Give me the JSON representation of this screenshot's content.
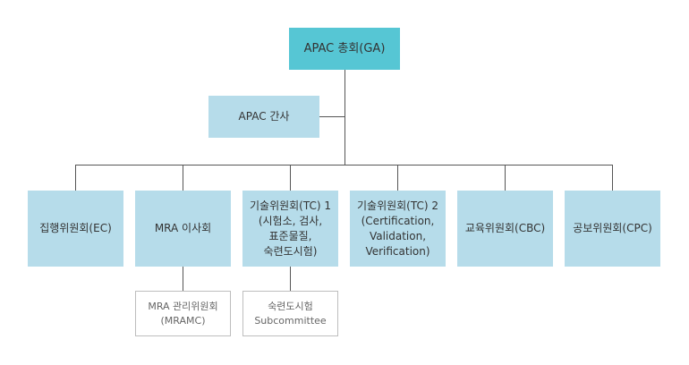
{
  "org_chart": {
    "top": {
      "label": "APAC 총회(GA)"
    },
    "secretariat": {
      "label": "APAC 간사"
    },
    "committees": [
      {
        "label": "집행위원회(EC)"
      },
      {
        "label": "MRA 이사회"
      },
      {
        "label": "기술위원회(TC) 1\n(시험소, 검사,\n표준물질,\n숙련도시험)"
      },
      {
        "label": "기술위원회(TC) 2\n(Certification,\nValidation,\nVerification)"
      },
      {
        "label": "교육위원회(CBC)"
      },
      {
        "label": "공보위원회(CPC)"
      }
    ],
    "subcommittees": [
      {
        "label": "MRA 관리위원회\n(MRAMC)"
      },
      {
        "label": "숙련도시험\nSubcommittee"
      }
    ]
  },
  "colors": {
    "top_fill": "#56c6d4",
    "box_fill": "#b6dcea",
    "connector": "#555555",
    "sub_border": "#bdbdbd"
  }
}
